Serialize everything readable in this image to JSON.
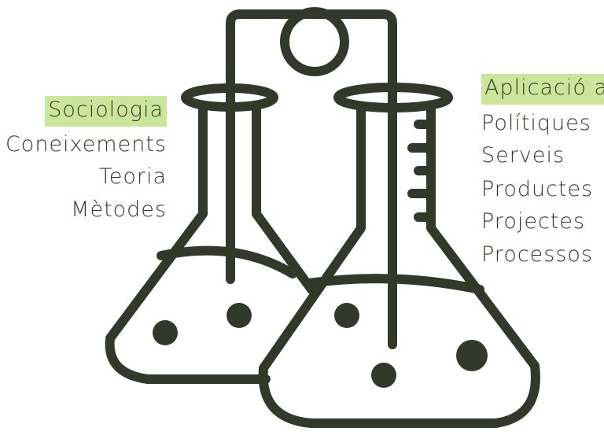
{
  "left_group": {
    "heading": "Sociologia",
    "items": [
      "Coneixements",
      "Teoria",
      "Mètodes"
    ]
  },
  "right_group": {
    "heading": "Aplicació a",
    "items": [
      "Polítiques",
      "Serveis",
      "Productes",
      "Projectes",
      "Processos"
    ]
  },
  "colors": {
    "stroke": "#33392a",
    "highlight": "#c9e69a",
    "background": "#ffffff"
  },
  "icons": [
    "lab-flasks-icon",
    "flask-stand-icon"
  ]
}
